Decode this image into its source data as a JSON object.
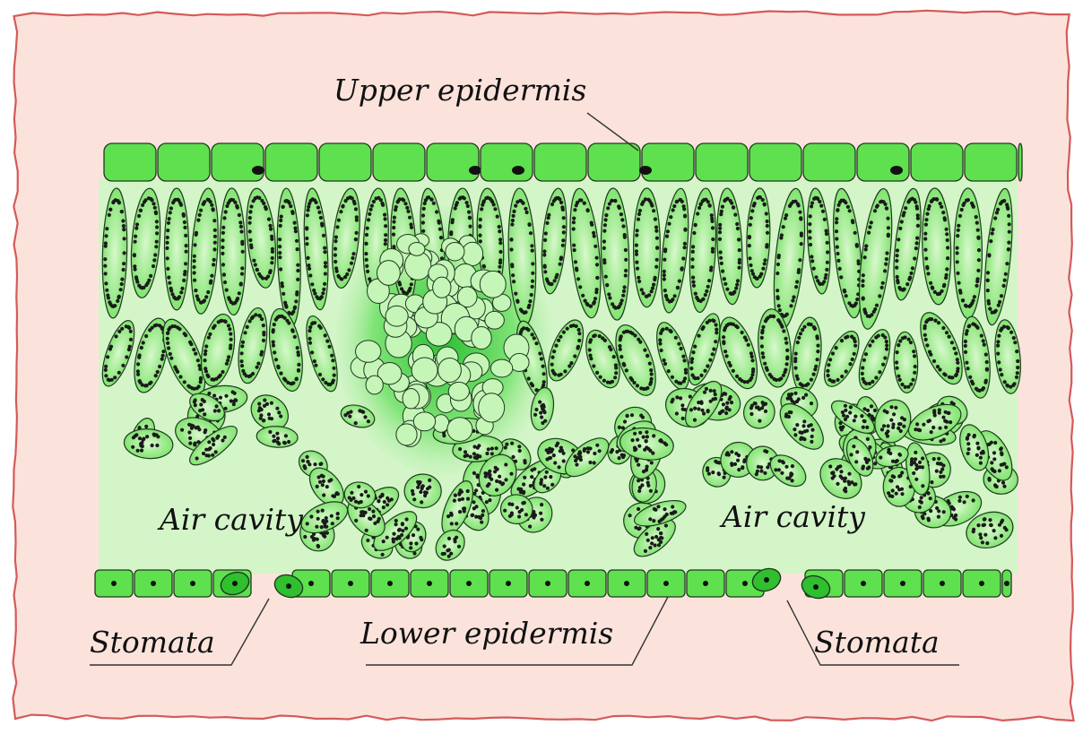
{
  "labels": {
    "upper_epidermis": "Upper epidermis",
    "air_cavity_left": "Air cavity",
    "air_cavity_right": "Air cavity",
    "stomata_left": "Stomata",
    "lower_epidermis": "Lower epidermis",
    "stomata_right": "Stomata"
  },
  "colors": {
    "paper": "#fbe3dc",
    "border": "#d45a5a",
    "tissue_background": "#d3f5c8",
    "cell_fill": "#7be86c",
    "epidermis_fill": "#5fe04f",
    "cell_outline": "#1e3a1e",
    "chloroplast": "#1a1a1a",
    "guard_cell": "#2fbf2f",
    "vein": "#34c23a"
  }
}
